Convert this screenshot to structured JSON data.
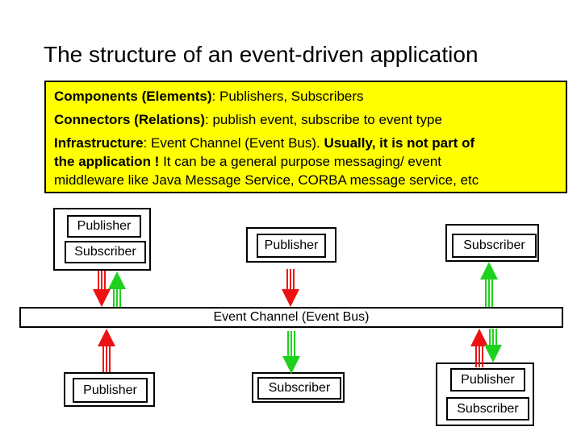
{
  "title": "The structure of an event-driven application",
  "colors": {
    "info_box_bg": "#FFFF00",
    "publish_arrow_red": "#EE1111",
    "subscribe_arrow_green": "#1FD11F"
  },
  "info_box": {
    "lines": [
      [
        {
          "t": "Components (Elements)"
        },
        {
          "t": ": Publishers, Subscribers"
        }
      ],
      [
        {
          "t": "Connectors (Relations)"
        },
        {
          "t": ": publish event, subscribe to event type"
        }
      ],
      [
        {
          "t": "Infrastructure"
        },
        {
          "t": ": Event Channel (Event Bus). "
        },
        {
          "t": "Usually, it is not part of"
        }
      ],
      [
        {
          "t": "the application !"
        },
        {
          "t": " It can be a general purpose messaging/ event"
        }
      ],
      [
        {
          "t": "middleware like Java Message Service, CORBA message service, etc"
        }
      ]
    ]
  },
  "diagram": {
    "bus_label": "Event Channel (Event Bus)",
    "top_left": {
      "labels": [
        "Publisher",
        "Subscriber"
      ]
    },
    "top_middle": {
      "labels": [
        "Publisher"
      ]
    },
    "top_right": {
      "labels": [
        "Subscriber"
      ]
    },
    "bottom_left": {
      "labels": [
        "Publisher"
      ]
    },
    "bottom_middle": {
      "labels": [
        "Subscriber"
      ]
    },
    "bottom_right": {
      "labels": [
        "Publisher",
        "Subscriber"
      ]
    }
  }
}
